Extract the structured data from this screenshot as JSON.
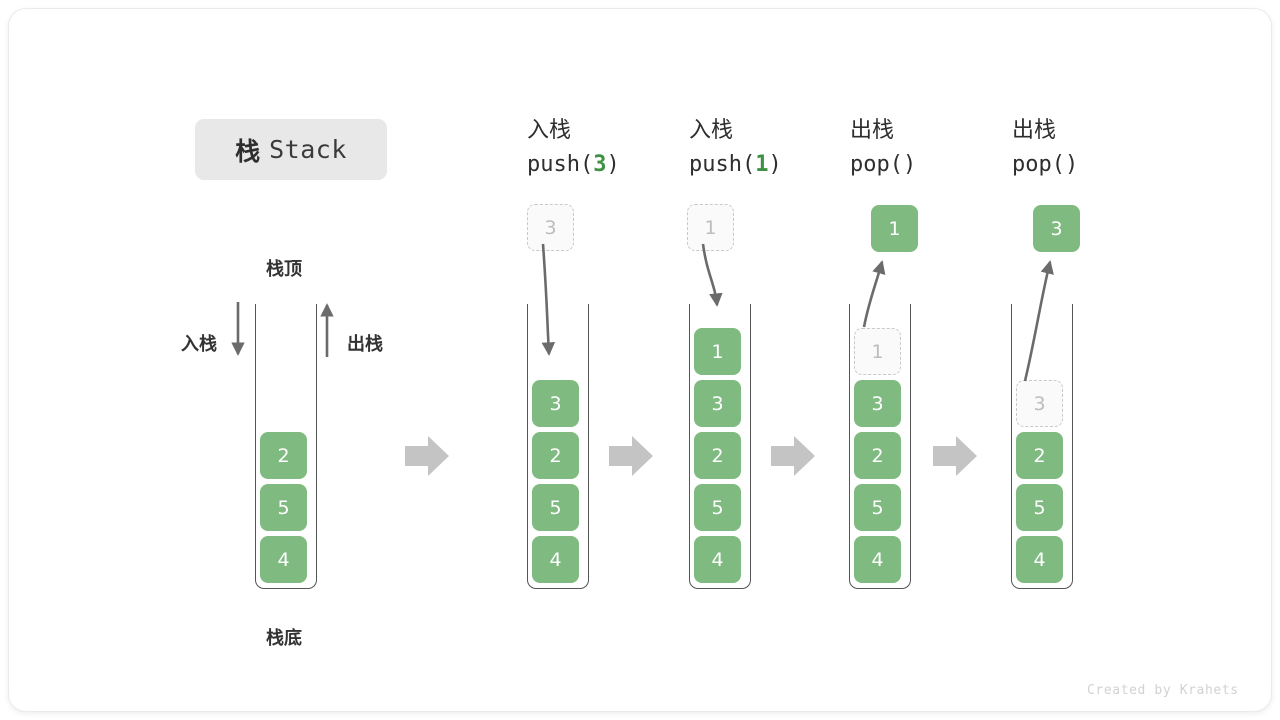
{
  "title": {
    "cn": "栈",
    "en": "Stack"
  },
  "labels": {
    "top": "栈顶",
    "bottom": "栈底",
    "push_side": "入栈",
    "pop_side": "出栈"
  },
  "colors": {
    "cell_green": "#7fbb80",
    "accent_green": "#3d9142",
    "ghost_gray": "#c9c9c9",
    "arrow_gray": "#6b6b6b",
    "block_arrow_gray": "#c4c4c4",
    "chip_bg": "#e8e8e8",
    "text_dark": "#2e2e2e"
  },
  "columns": [
    {
      "id": "initial",
      "head_line1": "",
      "head_line2": "",
      "head_num": "",
      "cells": [
        {
          "value": "2",
          "state": "solid"
        },
        {
          "value": "5",
          "state": "solid"
        },
        {
          "value": "4",
          "state": "solid"
        }
      ],
      "floating": null
    },
    {
      "id": "push-3",
      "head_line1": "入栈",
      "head_line2_pre": "push(",
      "head_num": "3",
      "head_line2_post": ")",
      "cells": [
        {
          "value": "3",
          "state": "solid"
        },
        {
          "value": "2",
          "state": "solid"
        },
        {
          "value": "5",
          "state": "solid"
        },
        {
          "value": "4",
          "state": "solid"
        }
      ],
      "floating": {
        "value": "3",
        "state": "ghost"
      }
    },
    {
      "id": "push-1",
      "head_line1": "入栈",
      "head_line2_pre": "push(",
      "head_num": "1",
      "head_line2_post": ")",
      "cells": [
        {
          "value": "1",
          "state": "solid"
        },
        {
          "value": "3",
          "state": "solid"
        },
        {
          "value": "2",
          "state": "solid"
        },
        {
          "value": "5",
          "state": "solid"
        },
        {
          "value": "4",
          "state": "solid"
        }
      ],
      "floating": {
        "value": "1",
        "state": "ghost"
      }
    },
    {
      "id": "pop-1",
      "head_line1": "出栈",
      "head_line2_pre": "pop(",
      "head_num": "",
      "head_line2_post": ")",
      "cells": [
        {
          "value": "1",
          "state": "ghost"
        },
        {
          "value": "3",
          "state": "solid"
        },
        {
          "value": "2",
          "state": "solid"
        },
        {
          "value": "5",
          "state": "solid"
        },
        {
          "value": "4",
          "state": "solid"
        }
      ],
      "floating": {
        "value": "1",
        "state": "solid"
      }
    },
    {
      "id": "pop-3",
      "head_line1": "出栈",
      "head_line2_pre": "pop(",
      "head_num": "",
      "head_line2_post": ")",
      "cells": [
        {
          "value": "3",
          "state": "ghost"
        },
        {
          "value": "2",
          "state": "solid"
        },
        {
          "value": "5",
          "state": "solid"
        },
        {
          "value": "4",
          "state": "solid"
        }
      ],
      "floating": {
        "value": "3",
        "state": "solid"
      }
    }
  ],
  "footer": "Created by Krahets"
}
